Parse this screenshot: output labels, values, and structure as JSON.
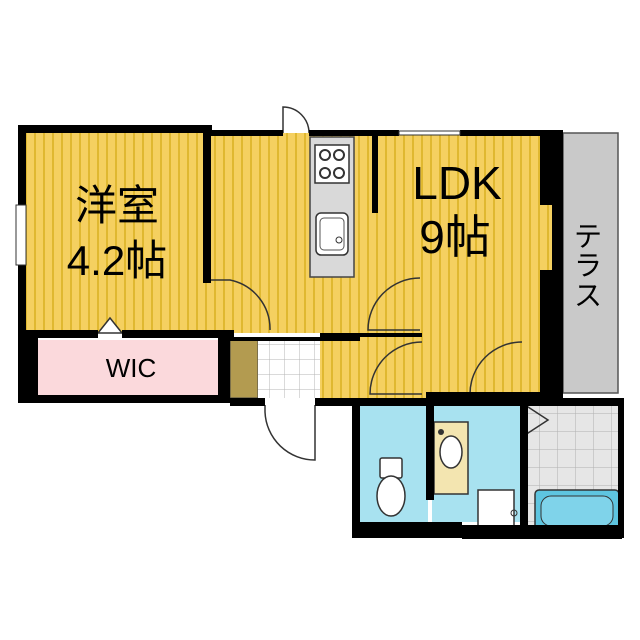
{
  "rooms": {
    "western_room": {
      "name": "洋室",
      "size": "4.2帖"
    },
    "ldk": {
      "name": "LDK",
      "size": "9帖"
    },
    "wic": {
      "name": "WIC"
    },
    "terrace": {
      "name": "テラス"
    }
  },
  "colors": {
    "wall": "#000000",
    "floor_yellow": "#f5d060",
    "floor_stripe": "#e0b830",
    "wic_pink": "#fbd9dc",
    "wet_blue": "#a8e2f0",
    "bath_tile": "#e6e6e6",
    "terrace_gray": "#c9c9c9",
    "kitchen_gray": "#d9d9d9",
    "tan_storage": "#b39b50",
    "sink_cream": "#f3e5b0"
  },
  "icons": [
    "stove-icon",
    "kitchen-sink-icon",
    "toilet-icon",
    "washbasin-icon",
    "bathtub-icon",
    "door-swing-icon"
  ]
}
